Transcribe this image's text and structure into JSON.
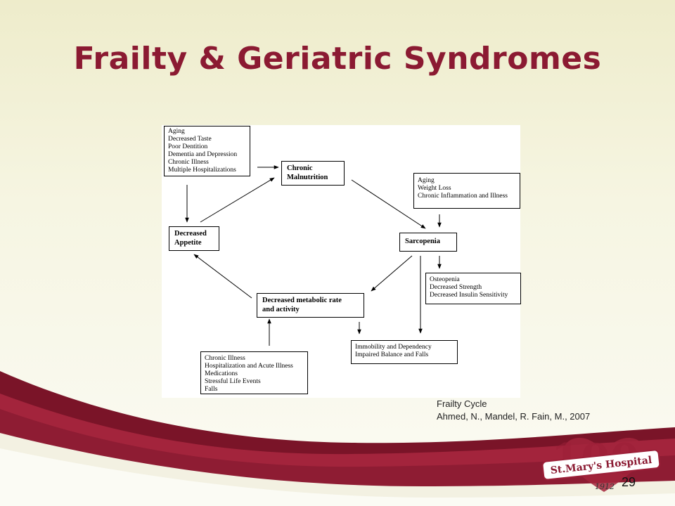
{
  "slide": {
    "title": "Frailty & Geriatric Syndromes",
    "page_number": "29"
  },
  "diagram": {
    "boxes": {
      "aging_factors": [
        "Aging",
        "Decreased Taste",
        "Poor Dentition",
        "Dementia and Depression",
        "Chronic Illness",
        "Multiple Hospitalizations"
      ],
      "chronic_malnutrition": [
        "Chronic",
        "Malnutrition"
      ],
      "sarcopenia_causes": [
        "Aging",
        "Weight Loss",
        "Chronic Inflammation and Illness"
      ],
      "decreased_appetite": [
        "Decreased",
        "Appetite"
      ],
      "sarcopenia": [
        "Sarcopenia"
      ],
      "sarcopenia_effects": [
        "Osteopenia",
        "Decreased Strength",
        "Decreased Insulin Sensitivity"
      ],
      "decreased_metabolic": [
        "Decreased metabolic rate",
        "and activity"
      ],
      "immobility": [
        "Immobility and Dependency",
        "Impaired Balance and Falls"
      ],
      "metabolic_causes": [
        "Chronic Illness",
        "Hospitalization and Acute Illness",
        "Medications",
        "Stressful Life Events",
        "Falls"
      ]
    }
  },
  "caption": {
    "line1": "Frailty Cycle",
    "line2": "Ahmed, N., Mandel, R. Fain, M., 2007"
  },
  "logo": {
    "hospital_name": "St.Mary's Hospital",
    "years": "1912"
  },
  "colors": {
    "title": "#8b1a32",
    "wave_dark": "#7a1428",
    "wave_mid": "#a3243c"
  }
}
